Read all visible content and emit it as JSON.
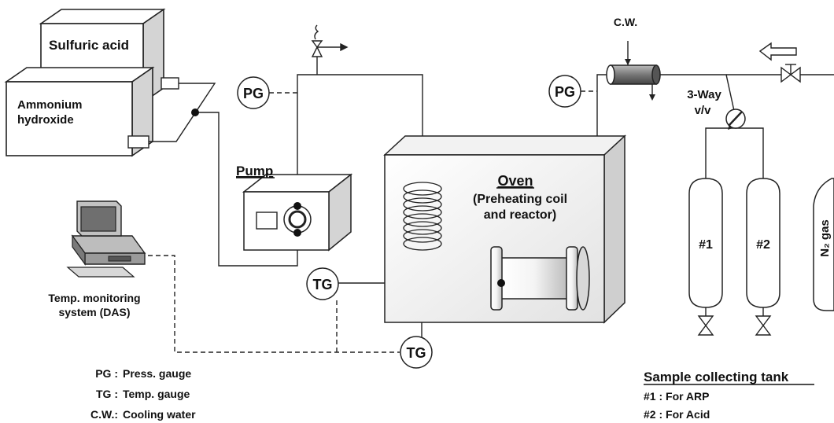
{
  "diagram": {
    "tanks": {
      "sulfuric": "Sulfuric acid",
      "ammonium_line1": "Ammonium",
      "ammonium_line2": "hydroxide"
    },
    "gauges": {
      "pg": "PG",
      "tg": "TG"
    },
    "pump": "Pump",
    "oven": {
      "title": "Oven",
      "sub1": "(Preheating coil",
      "sub2": "and reactor)"
    },
    "cw": "C.W.",
    "valve": {
      "line1": "3-Way",
      "line2": "v/v"
    },
    "computer": {
      "line1": "Temp. monitoring",
      "line2": "system (DAS)"
    },
    "vessels": {
      "t1": "#1",
      "t2": "#2",
      "n2": "N₂ gas"
    },
    "legend_left": [
      {
        "key": "PG :",
        "val": "Press. gauge"
      },
      {
        "key": "TG :",
        "val": "Temp. gauge"
      },
      {
        "key": "C.W.:",
        "val": "Cooling water"
      }
    ],
    "legend_right": {
      "title": "Sample collecting tank",
      "items": [
        "#1 : For ARP",
        "#2 : For Acid"
      ]
    }
  }
}
